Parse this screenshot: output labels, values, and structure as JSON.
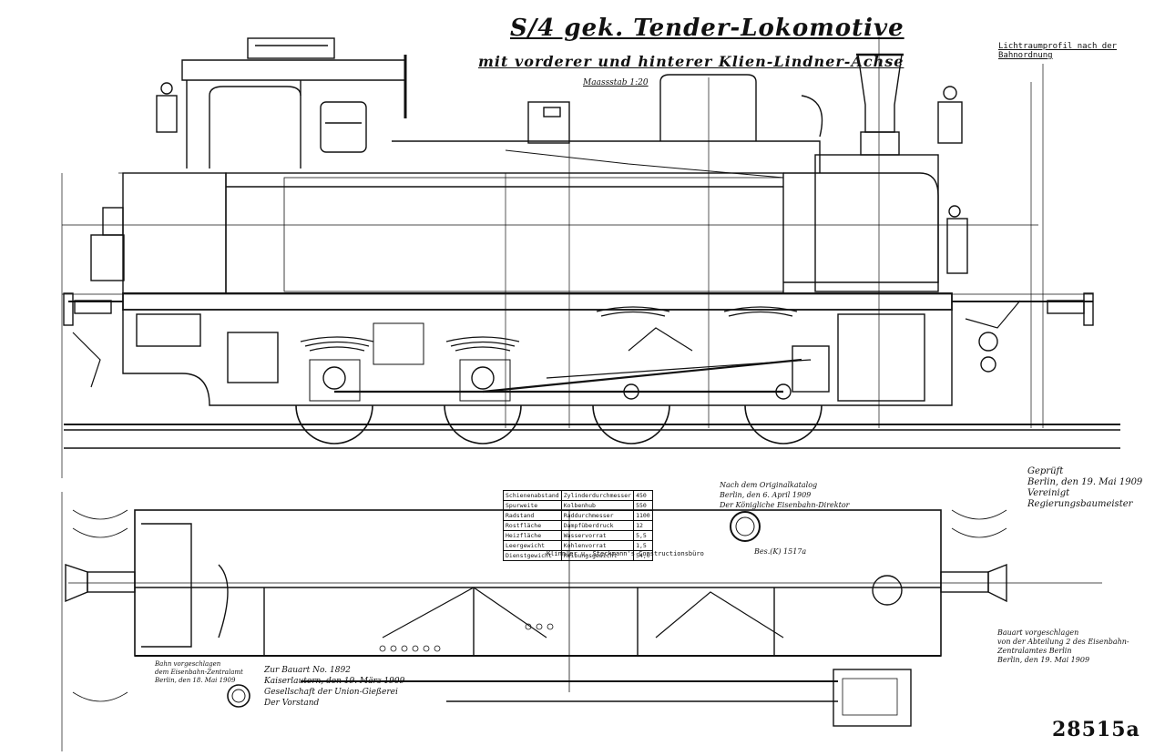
{
  "drawing": {
    "title": "S/4 gek. Tender-Lokomotive",
    "subtitle": "mit vorderer und hinterer Klien-Lindner-Achse",
    "stamp_top": "Maassstab 1:20",
    "top_right_note": "Lichtraumprofil nach der Bahnordnung",
    "drawing_number": "28515a"
  },
  "spec_table": {
    "rows": [
      [
        "Schienenabstand",
        "Zylinderdurchmesser",
        "450"
      ],
      [
        "Spurweite",
        "Kolbenhub",
        "550"
      ],
      [
        "Radstand",
        "Raddurchmesser",
        "1100"
      ],
      [
        "Rostfläche",
        "Dampfüberdruck",
        "12"
      ],
      [
        "Heizfläche",
        "Wasservorrat",
        "5,5"
      ],
      [
        "Leergewicht",
        "Kohlenvorrat",
        "1,5"
      ],
      [
        "Dienstgewicht",
        "Reibungsgewicht",
        "54,0"
      ]
    ],
    "caption": "Klinnler u. Steckmann's Constructionsbüro"
  },
  "notes": {
    "approval_center": "Nach dem Originalkatalog\nBerlin, den 6. April 1909\nDer Königliche Eisenbahn-Direktor",
    "hand_right_top": "Geprüft\nBerlin, den 19. Mai 1909\nVereinigt\nRegierungsbaumeister",
    "hand_right_bottom": "Bauart vorgeschlagen\nvon der Abteilung 2 des Eisenbahn-\nZentralamtes Berlin\nBerlin, den 19. Mai 1909",
    "stamp_left": "Bahn vorgeschlagen\ndem Eisenbahn-Zentralamt\nBerlin, den 18. Mai 1909",
    "hand_left": "Zur Bauart No. 1892\nKaiserlautern, den 19. März 1909\nGesellschaft der Union-Gießerei\nDer Vorstand",
    "ref_center": "Bes.(K) 1517a"
  }
}
